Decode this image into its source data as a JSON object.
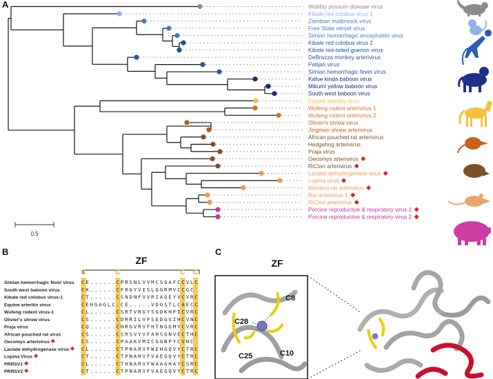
{
  "panels": {
    "a": "A",
    "b": "B",
    "c": "C"
  },
  "tree": {
    "scale_label": "0.5",
    "taxa": [
      {
        "label": "Wobbly possum disease virus",
        "color": "#8c8c8c",
        "marker": false
      },
      {
        "label": "Kibale red colobus virus 1",
        "color": "#8fb2e6",
        "marker": false
      },
      {
        "label": "Zambian malbrouck virus",
        "color": "#4a78c8",
        "marker": false
      },
      {
        "label": "Free State vervet virus",
        "color": "#4a78c8",
        "marker": false
      },
      {
        "label": "Simian hemorrhagic encephalitis virus",
        "color": "#4a78c8",
        "marker": false
      },
      {
        "label": "Kibale red colobus virus 2",
        "color": "#1e4f9e",
        "marker": false
      },
      {
        "label": "Kibale red-tailed guenon virus",
        "color": "#1e4f9e",
        "marker": false
      },
      {
        "label": "DeBrazza monkey arterivirus",
        "color": "#2855a8",
        "marker": false
      },
      {
        "label": "Pebjah virus",
        "color": "#2855a8",
        "marker": false
      },
      {
        "label": "Simian hemorrhagic fever virus",
        "color": "#2b4fb0",
        "marker": false
      },
      {
        "label": "Kafue kinda baboon virus",
        "color": "#152e78",
        "marker": false
      },
      {
        "label": "Mikumi yellow baboon virus",
        "color": "#152e78",
        "marker": false
      },
      {
        "label": "South west baboon virus",
        "color": "#152e78",
        "marker": false
      },
      {
        "label": "Equine arteritis virus",
        "color": "#f2c23c",
        "marker": false
      },
      {
        "label": "Wufeng rodent arterivirus 1",
        "color": "#d8711e",
        "marker": false
      },
      {
        "label": "Wufeng rodent arterivirus 2",
        "color": "#d8711e",
        "marker": false
      },
      {
        "label": "Olivier's shrew virus",
        "color": "#b85e1c",
        "marker": false
      },
      {
        "label": "Jingmen shrew arterivirus",
        "color": "#b85e1c",
        "marker": false
      },
      {
        "label": "African pouched rat arterivirus",
        "color": "#7a5228",
        "marker": false
      },
      {
        "label": "Hedgehog arterivirus",
        "color": "#7a5228",
        "marker": false
      },
      {
        "label": "Praja virus",
        "color": "#7a5228",
        "marker": false
      },
      {
        "label": "Oecomys arterivirus",
        "color": "#7a5228",
        "marker": true
      },
      {
        "label": "RtClan arterivirus",
        "color": "#7a5228",
        "marker": true
      },
      {
        "label": "Lactate dehydrogenase virus",
        "color": "#e89a5a",
        "marker": true
      },
      {
        "label": "Lopma virus",
        "color": "#e89a5a",
        "marker": true
      },
      {
        "label": "Bamboo rat arterivirus",
        "color": "#e89a5a",
        "marker": true
      },
      {
        "label": "Rat arterivirus 1",
        "color": "#e89a5a",
        "marker": true
      },
      {
        "label": "RtClon arterivirus",
        "color": "#e89a5a",
        "marker": true
      },
      {
        "label": "Porcine reproductive & respiratory virus 1",
        "color": "#c8329c",
        "marker": true
      },
      {
        "label": "Porcine reproductive & respiratory virus 2",
        "color": "#c8329c",
        "marker": true
      }
    ]
  },
  "alignment": {
    "title": "ZF",
    "column_marks": [
      {
        "letter": "C",
        "number": "8"
      },
      {
        "letter": "C",
        "number": "10"
      },
      {
        "letter": "C",
        "number": "25"
      },
      {
        "letter": "C",
        "number": "28"
      }
    ],
    "rows": [
      {
        "name": "Simian hemorrhagic fever virus",
        "seq": "CE......CPRSNLVVMCSGAFCCVLC",
        "marker": false
      },
      {
        "name": "South west baboon virus",
        "seq": "CK......CFRGYVISLGGRMVCCGC",
        "marker": false
      },
      {
        "name": "Kibale red colobus virus-1",
        "seq": "CT......CSNDNFVVRIAGEYVCVRC",
        "marker": false
      },
      {
        "name": "Equine arteritis virus",
        "seq": "CEHGAGLC.CE.....VDGSTLCAECC",
        "marker": false
      },
      {
        "name": "Wufeng rodent virus-1",
        "seq": "CL......CSRTVRGYSGDKHFICVRC",
        "marker": false
      },
      {
        "name": "Olivier's shrew virus",
        "seq": "CS......CDRRILVFSEDGVIHCVNC",
        "marker": false
      },
      {
        "name": "Praja virus",
        "seq": "CQ......CHRGVRVFHTNGGMYCVRC",
        "marker": false
      },
      {
        "name": "African pouched rat virus",
        "seq": "CS......CSRSVYVFAHSGNVECTHC",
        "marker": false
      },
      {
        "name": "Oecomys arterivirus",
        "seq": "CS......CPAAKVMICGGNPYCVNC",
        "marker": true
      },
      {
        "name": "Lactate dehydrogenase virus",
        "seq": "CL......CTPNARVFWEHGQVYCTRC",
        "marker": true
      },
      {
        "name": "Lopma Virus",
        "seq": "CT......CTPNARVFVAEGQVYCTRC",
        "marker": true
      },
      {
        "name": "PRRSV1",
        "seq": "CL......CTHNARVFWAAGHAYCSRC",
        "marker": true
      },
      {
        "name": "PRRSV2",
        "seq": "CT......CTPNARVFVAEGQVYCTRC",
        "marker": true
      }
    ]
  },
  "structure": {
    "title": "ZF",
    "residues": [
      "C8",
      "C28",
      "C25",
      "C10"
    ]
  }
}
